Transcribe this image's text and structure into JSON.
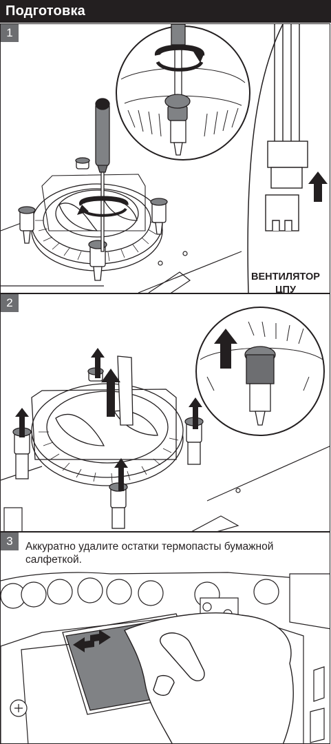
{
  "header": {
    "title": "Подготовка"
  },
  "steps": [
    {
      "number": "1",
      "label_line1": "ВЕНТИЛЯТОР",
      "label_line2": "ЦПУ"
    },
    {
      "number": "2"
    },
    {
      "number": "3",
      "text": "Аккуратно удалите остатки термопасты бумажной салфеткой."
    }
  ],
  "colors": {
    "ink": "#231f20",
    "badge": "#6d6e71",
    "arrow": "#231f20",
    "chip": "#808285"
  },
  "icons": [
    "screwdriver-icon",
    "rotate-arrow-icon",
    "up-arrow-icon",
    "double-arrow-icon",
    "hand-icon",
    "fan-connector-icon"
  ]
}
